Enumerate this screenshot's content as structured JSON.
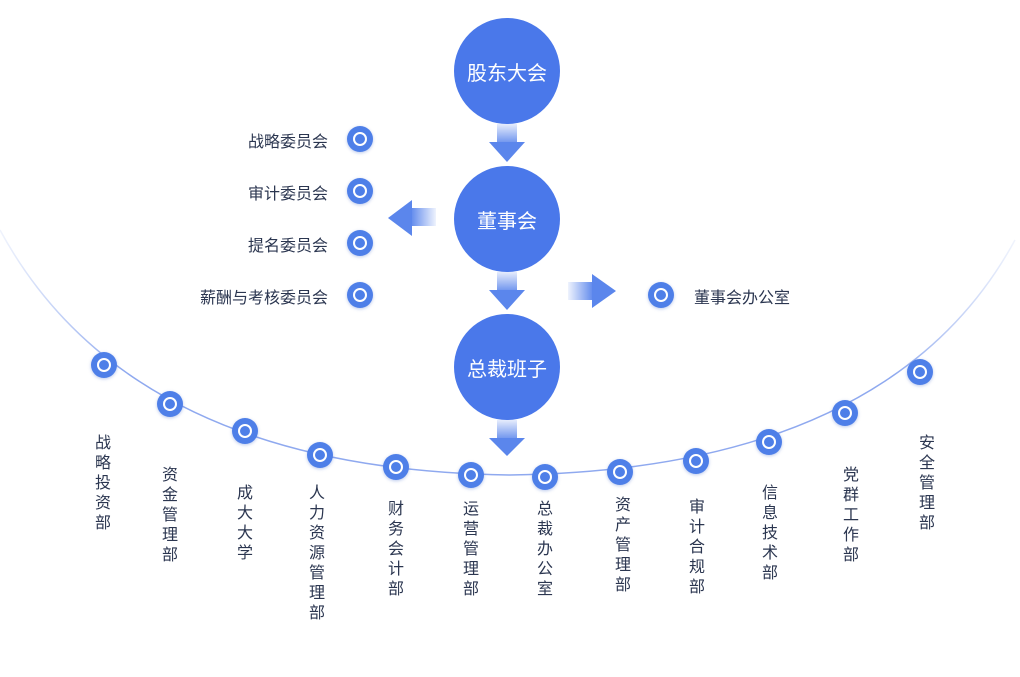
{
  "colors": {
    "accent": "#4e7fe8",
    "big_circle": "#4a78ea",
    "line": "#8fa9ef",
    "arrow": "#5b86ec",
    "text": "#2b3650"
  },
  "hierarchy": {
    "shareholders": "股东大会",
    "board": "董事会",
    "president": "总裁班子"
  },
  "committees": [
    {
      "label": "战略委员会"
    },
    {
      "label": "审计委员会"
    },
    {
      "label": "提名委员会"
    },
    {
      "label": "薪酬与考核委员会"
    }
  ],
  "board_office": {
    "label": "董事会办公室"
  },
  "departments": [
    {
      "label": "战略投资部"
    },
    {
      "label": "资金管理部"
    },
    {
      "label": "成大大学"
    },
    {
      "label": "人力资源管理部"
    },
    {
      "label": "财务会计部"
    },
    {
      "label": "运营管理部"
    },
    {
      "label": "总裁办公室"
    },
    {
      "label": "资产管理部"
    },
    {
      "label": "审计合规部"
    },
    {
      "label": "信息技术部"
    },
    {
      "label": "党群工作部"
    },
    {
      "label": "安全管理部"
    }
  ]
}
